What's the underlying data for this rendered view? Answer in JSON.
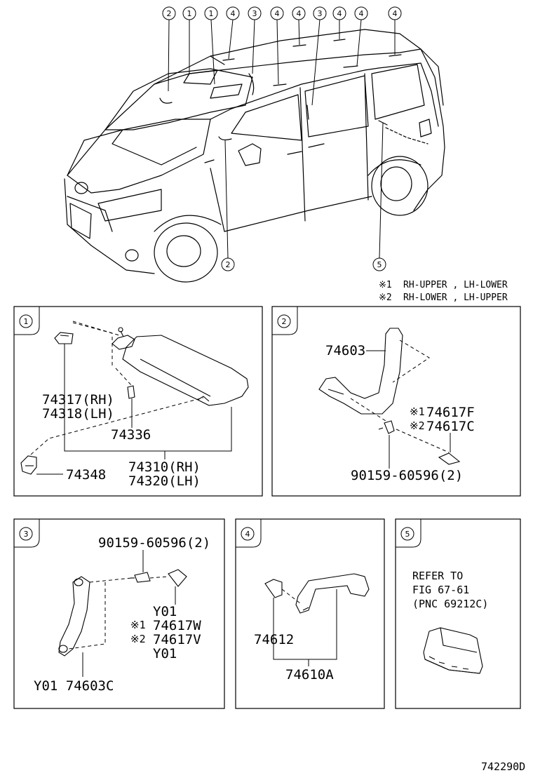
{
  "callouts_top": [
    "2",
    "1",
    "1",
    "4",
    "3",
    "4",
    "4",
    "3",
    "4",
    "4",
    "4"
  ],
  "callouts_bottom": [
    "2",
    "5"
  ],
  "notes": [
    {
      "mark": "※1",
      "text": "RH-UPPER , LH-LOWER"
    },
    {
      "mark": "※2",
      "text": "RH-LOWER , LH-UPPER"
    }
  ],
  "panel1": {
    "num": "1",
    "parts": {
      "p74317": "74317(RH)",
      "p74318": "74318(LH)",
      "p74336": "74336",
      "p74310": "74310(RH)",
      "p74320": "74320(LH)",
      "p74348": "74348"
    }
  },
  "panel2": {
    "num": "2",
    "parts": {
      "p74603": "74603",
      "m1": "※1",
      "p74617F": "74617F",
      "m2": "※2",
      "p74617C": "74617C",
      "pbolt": "90159-60596(2)"
    }
  },
  "panel3": {
    "num": "3",
    "parts": {
      "pbolt": "90159-60596(2)",
      "y01a": "Y01",
      "m1": "※1",
      "p74617W": "74617W",
      "m2": "※2",
      "p74617V": "74617V",
      "y01b": "Y01",
      "p74603C": "Y01 74603C"
    }
  },
  "panel4": {
    "num": "4",
    "parts": {
      "p74612": "74612",
      "p74610A": "74610A"
    }
  },
  "panel5": {
    "num": "5",
    "refer": [
      "REFER TO",
      "FIG 67-61",
      "(PNC 69212C)"
    ]
  },
  "figure_code": "742290D"
}
